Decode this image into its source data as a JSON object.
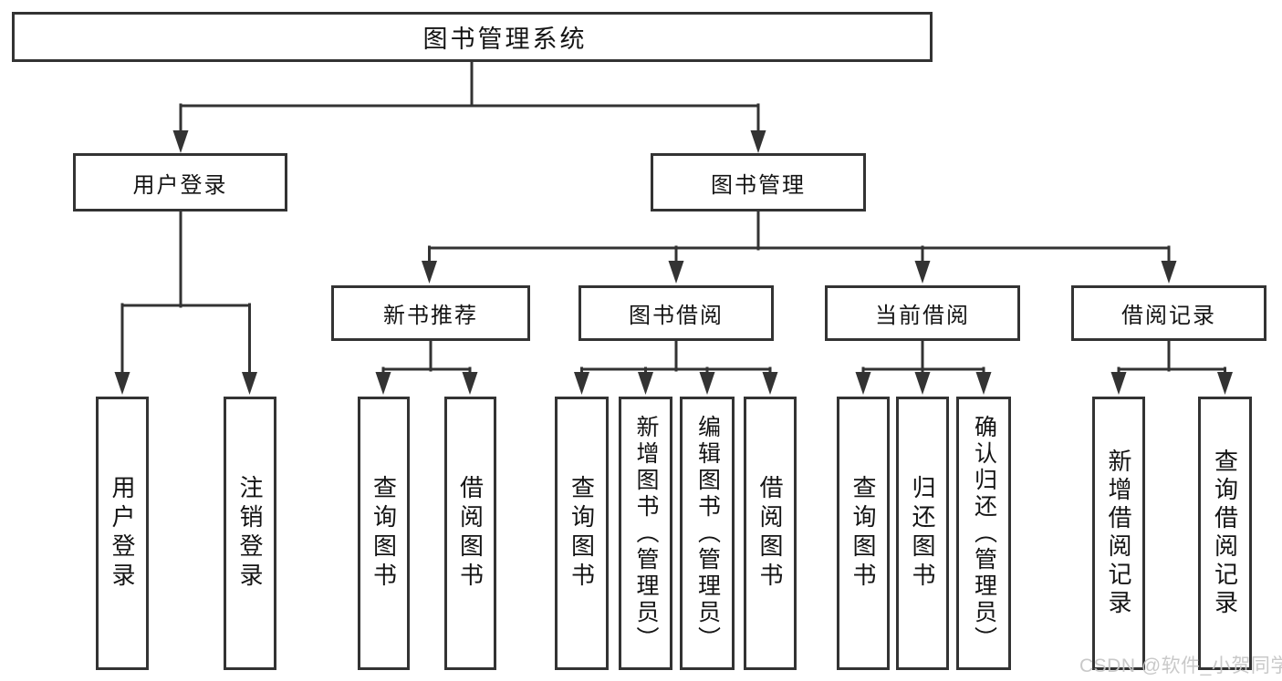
{
  "diagram": {
    "title": "图书管理系统",
    "watermark": "CSDN @软件_小贺同学",
    "colors": {
      "line": "#333333",
      "box_border": "#333333",
      "box_fill": "#ffffff",
      "text": "#141414",
      "watermark": "#c6c6c6",
      "background": "#ffffff"
    },
    "root": {
      "label": "图书管理系统"
    },
    "level2": [
      {
        "label": "用户登录",
        "children": [
          {
            "label": "用户登录"
          },
          {
            "label": "注销登录"
          }
        ]
      },
      {
        "label": "图书管理",
        "groups": [
          {
            "label": "新书推荐",
            "children": [
              {
                "label": "查询图书"
              },
              {
                "label": "借阅图书"
              }
            ]
          },
          {
            "label": "图书借阅",
            "children": [
              {
                "label": "查询图书"
              },
              {
                "label": "新增图书（管理员）"
              },
              {
                "label": "编辑图书（管理员）"
              },
              {
                "label": "借阅图书"
              }
            ]
          },
          {
            "label": "当前借阅",
            "children": [
              {
                "label": "查询图书"
              },
              {
                "label": "归还图书"
              },
              {
                "label": "确认归还（管理员）"
              }
            ]
          },
          {
            "label": "借阅记录",
            "children": [
              {
                "label": "新增借阅记录"
              },
              {
                "label": "查询借阅记录"
              }
            ]
          }
        ]
      }
    ]
  }
}
